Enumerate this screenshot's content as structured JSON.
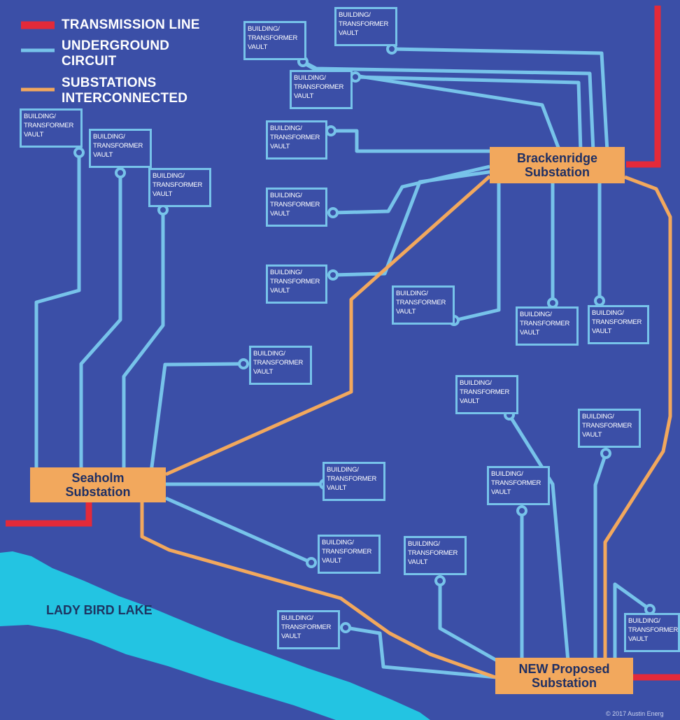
{
  "colors": {
    "background": "#3b4fa7",
    "transmission_line": "#e32a3a",
    "underground_circuit": "#77c3ea",
    "substations_interconnected": "#f2a85d",
    "lake": "#23c4e2",
    "substation_fill": "#f2a85d",
    "substation_text": "#1f2f63"
  },
  "legend": {
    "transmission_line": "TRANSMISSION LINE",
    "underground_circuit": "UNDERGROUND\nCIRCUIT",
    "substations_interconnected": "SUBSTATIONS\nINTERCONNECTED"
  },
  "substations": {
    "brackenridge": "Brackenridge\nSubstation",
    "seaholm": "Seaholm\nSubstation",
    "new_proposed": "NEW Proposed\nSubstation"
  },
  "vault_label": "BUILDING/\nTRANSFORMER\nVAULT",
  "lake_label": "LADY BIRD LAKE",
  "copyright": "© 2017 Austin Energ"
}
